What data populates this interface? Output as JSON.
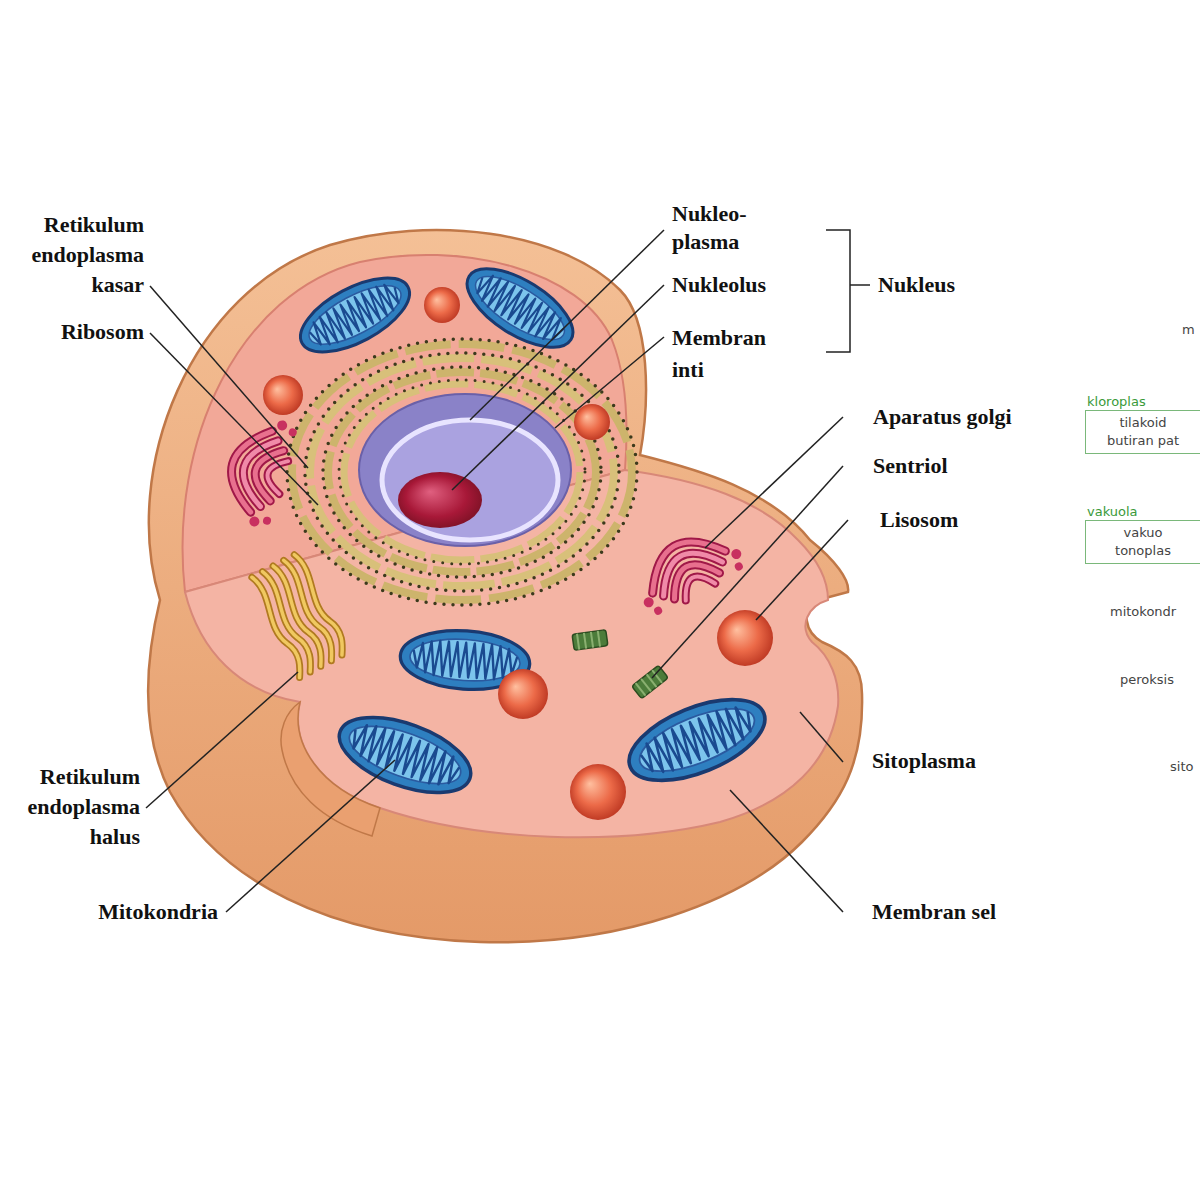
{
  "diagram": {
    "nodes": [
      {
        "text": [
          "kloroplas",
          "tilakoid",
          "butiran pat"
        ]
      },
      {
        "text": [
          "vakuola",
          "vakuo",
          "tonoplas"
        ]
      }
    ],
    "edges": [],
    "labels": [
      "Retikulum endoplasma kasar",
      "Ribosom",
      "Nukleo- plasma",
      "Nukleolus",
      "Membran inti",
      "Nukleus",
      "Aparatus golgi",
      "Sentriol",
      "Lisosom",
      "Sitoplasma",
      "Membran sel",
      "Mitokondria",
      "Retikulum endoplasma halus",
      "m",
      "mitokondr",
      "peroksis",
      "sito"
    ]
  }
}
